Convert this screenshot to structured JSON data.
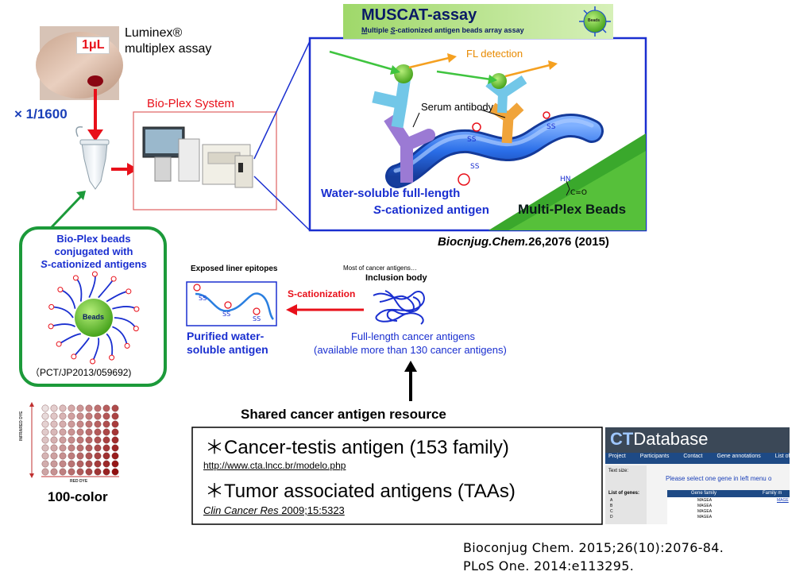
{
  "luminex": {
    "volume": "1μL",
    "label_line1": "Luminex®",
    "label_line2": "multiplex assay",
    "dilution": "× 1/1600"
  },
  "bioplex_system": {
    "title": "Bio-Plex System"
  },
  "muscat": {
    "title": "MUSCAT-assay",
    "subtitle_pre": "M",
    "subtitle_1": "ultiple ",
    "subtitle_s": "S",
    "subtitle_2": "-cationized antigen beads array assay",
    "logo_text": "Beads",
    "fl_detection": "FL detection",
    "serum_antibody": "Serum antibody",
    "antigen_line1": "Water-soluble full-length",
    "antigen_line2_s": "S",
    "antigen_line2": "-cationized antigen",
    "multiplex_beads": "Multi-Plex Beads",
    "citation_journal": "Biocnjug.Chem.",
    "citation_rest": "26,2076 (2015)"
  },
  "bioplex_beads": {
    "line1": "Bio-Plex beads",
    "line2": "conjugated with",
    "line3_s": "S",
    "line3": "-cationized antigens",
    "bead_label": "Beads",
    "patent": "（PCT/JP2013/059692)"
  },
  "color_grid": {
    "label": "100-color",
    "side_label": "INFRARED DYE",
    "bottom_label": "RED DYE"
  },
  "cationization": {
    "exposed": "Exposed liner epitopes",
    "most_of": "Most of cancer antigens…",
    "inclusion": "Inclusion body",
    "arrow_label": "S-cationization",
    "purified_line1": "Purified water-",
    "purified_line2": "soluble antigen",
    "fulllength_line1": "Full-length cancer antigens",
    "fulllength_line2": "(available more than 130 cancer antigens)"
  },
  "resource": {
    "title": "Shared cancer antigen resource",
    "item1": "＊Cancer-testis antigen (153 family)",
    "item1_url": "http://www.cta.lncc.br/modelo.php",
    "item2": "＊Tumor associated antigens (TAAs)",
    "item2_journal": "Clin Cancer Res",
    "item2_ref": " 2009;15:5323"
  },
  "ctdb": {
    "logo_ct": "CT",
    "logo_rest": "Database",
    "nav": [
      "Project",
      "Participants",
      "Contact",
      "Gene annotations",
      "List of Gene"
    ],
    "text_size": "Text size:",
    "prompt": "Please select one gene in left menu o",
    "list_label": "List of genes:",
    "list_items": [
      "A",
      "B",
      "C",
      "D"
    ],
    "col_family": "Gene family",
    "col_member": "Family m",
    "rows": [
      "MAGEA",
      "MAGEA",
      "MAGEA",
      "MAGEA"
    ],
    "row_link": "MAGE"
  },
  "references": [
    "Bioconjug Chem. 2015;26(10):2076-84.",
    "PLoS One. 2014:e113295."
  ],
  "colors": {
    "red": "#e8101a",
    "blue": "#1a2fd0",
    "green": "#1c9a3a",
    "bead_green": "#6cc62c"
  }
}
